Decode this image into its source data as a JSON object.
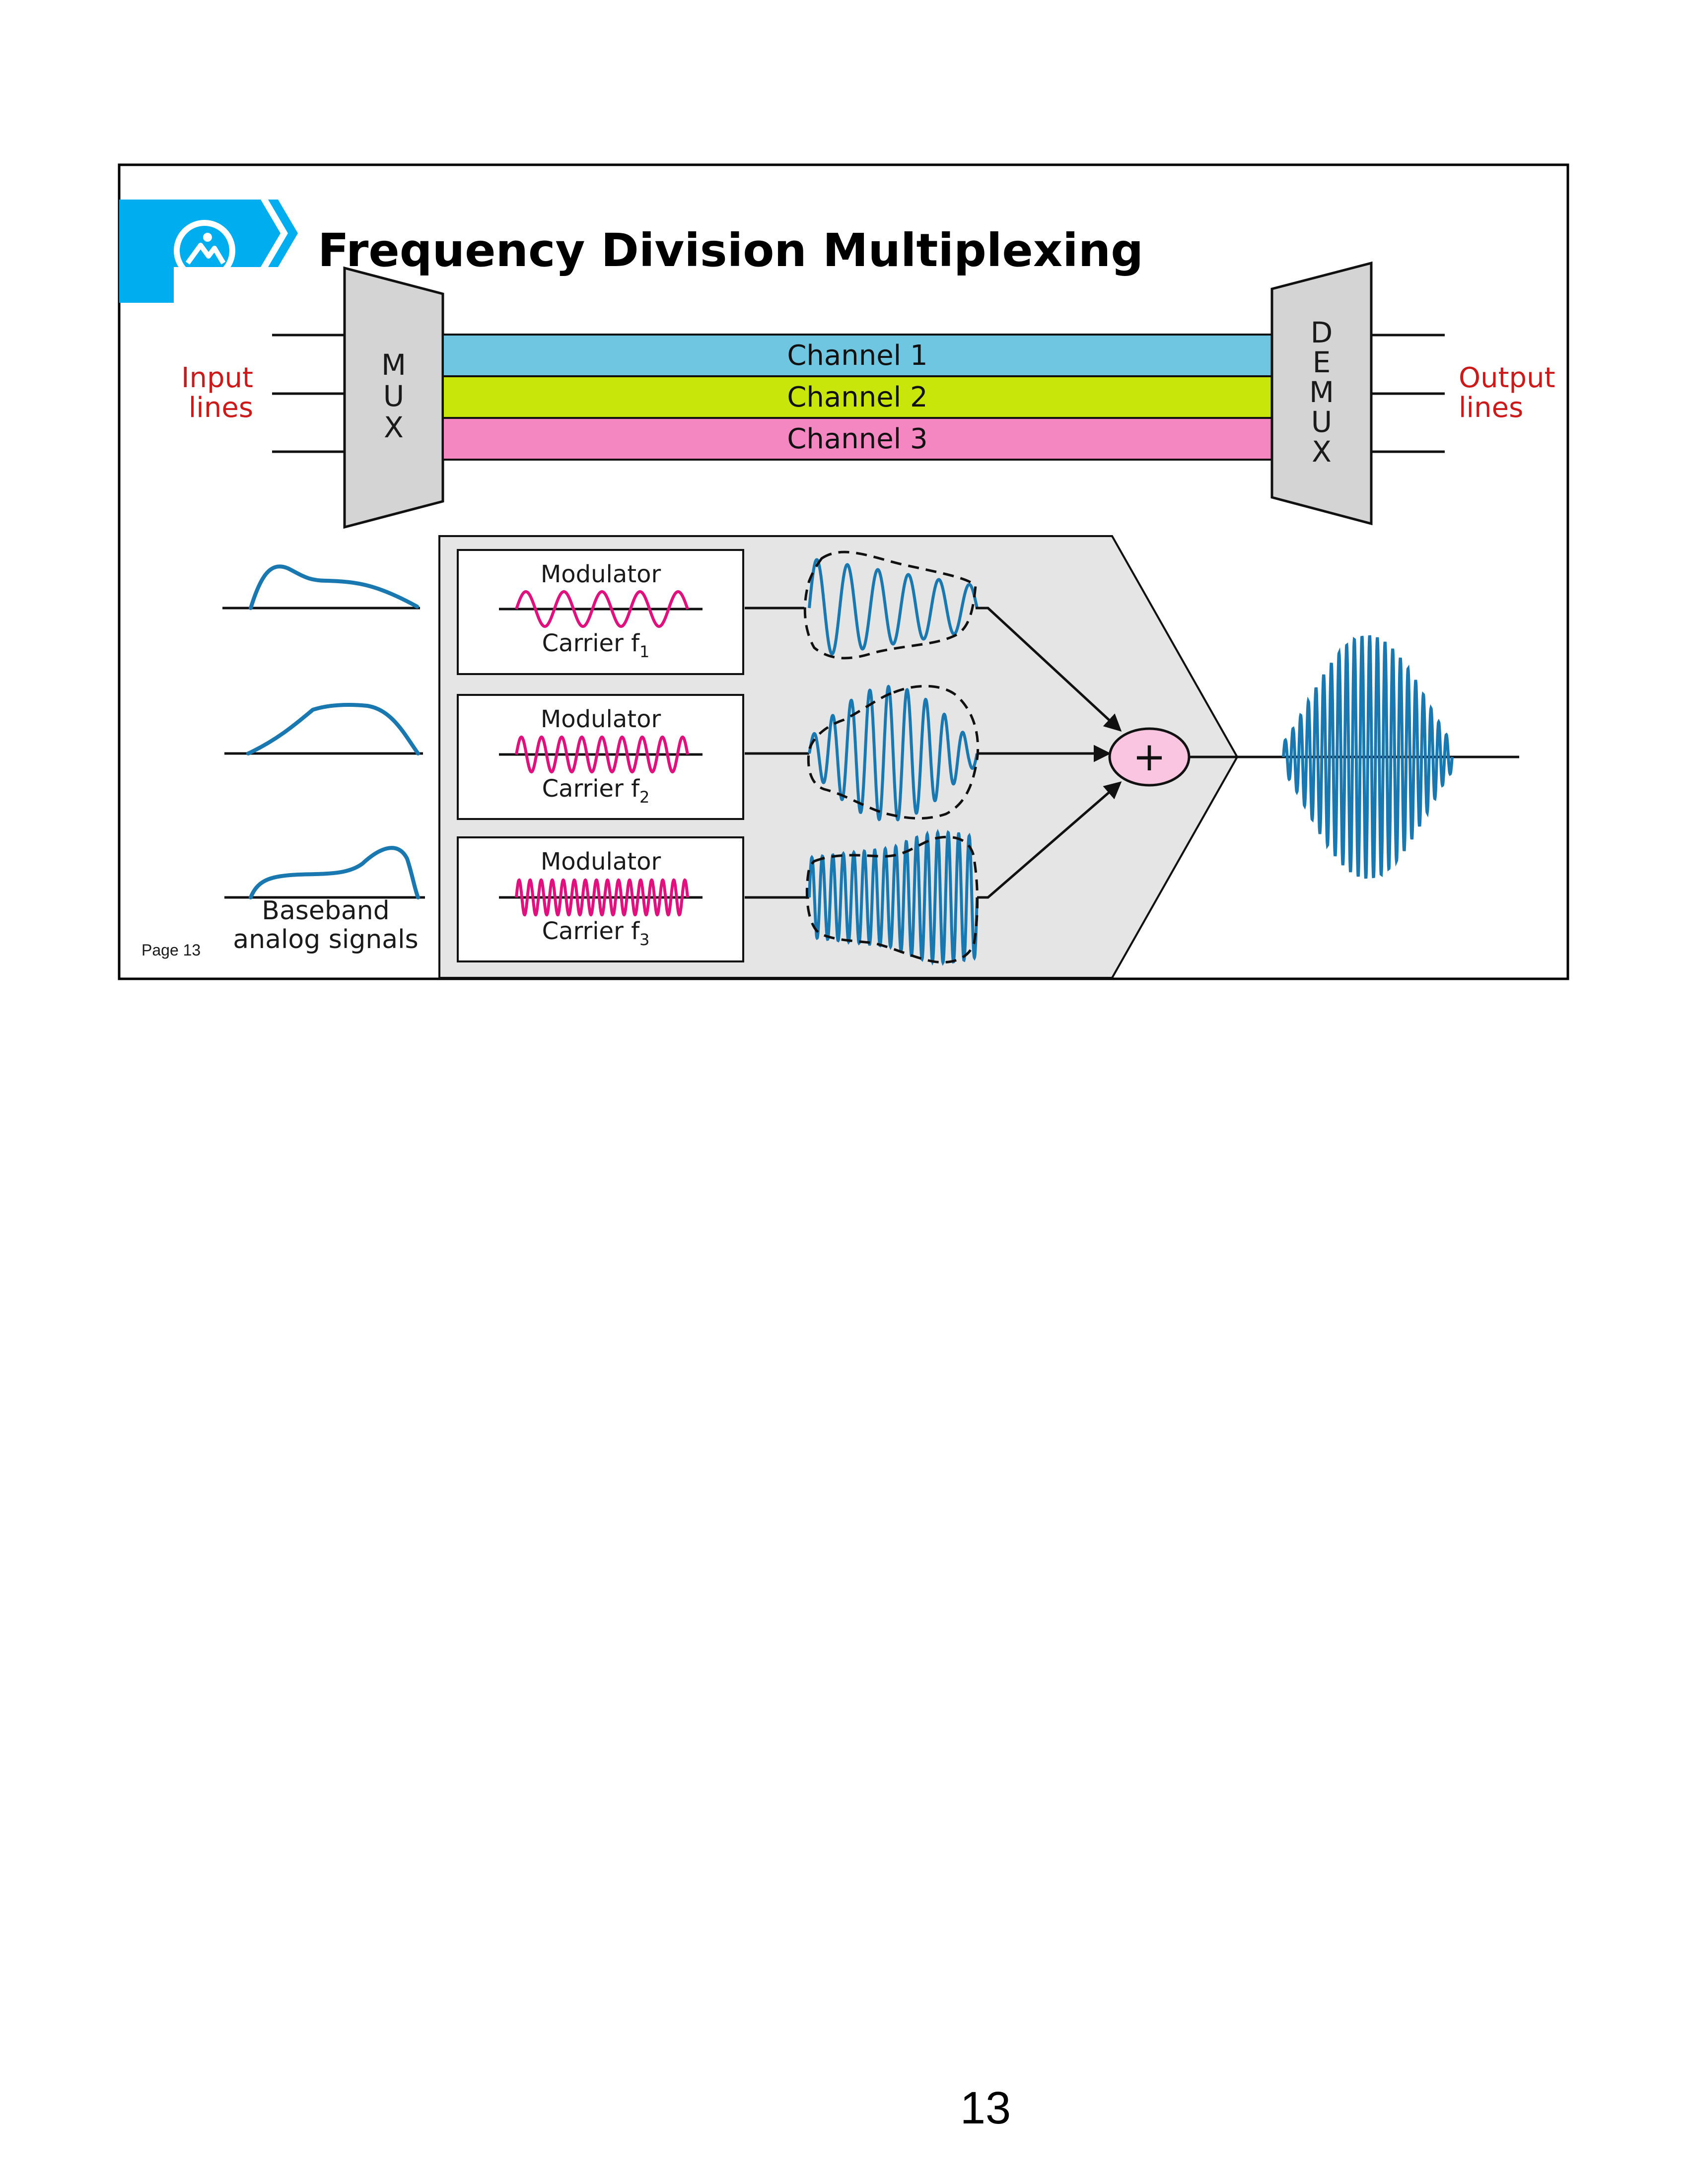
{
  "slide": {
    "title": "Frequency Division Multiplexing",
    "page_label": "Page 13",
    "icon": "image-icon",
    "accent_color": "#00aeef"
  },
  "mux": {
    "letters": [
      "M",
      "U",
      "X"
    ]
  },
  "demux": {
    "letters": [
      "D",
      "E",
      "M",
      "U",
      "X"
    ]
  },
  "input_label": [
    "Input",
    "lines"
  ],
  "output_label": [
    "Output",
    "lines"
  ],
  "channels": [
    {
      "label": "Channel 1",
      "color": "#6ec6e0"
    },
    {
      "label": "Channel 2",
      "color": "#c8e60a"
    },
    {
      "label": "Channel 3",
      "color": "#f487c1"
    }
  ],
  "modulators": [
    {
      "label": "Modulator",
      "carrier": "Carrier f",
      "sub": "1"
    },
    {
      "label": "Modulator",
      "carrier": "Carrier f",
      "sub": "2"
    },
    {
      "label": "Modulator",
      "carrier": "Carrier f",
      "sub": "3"
    }
  ],
  "baseband_label": [
    "Baseband",
    "analog signals"
  ],
  "adder_symbol": "+",
  "page_number": "13"
}
